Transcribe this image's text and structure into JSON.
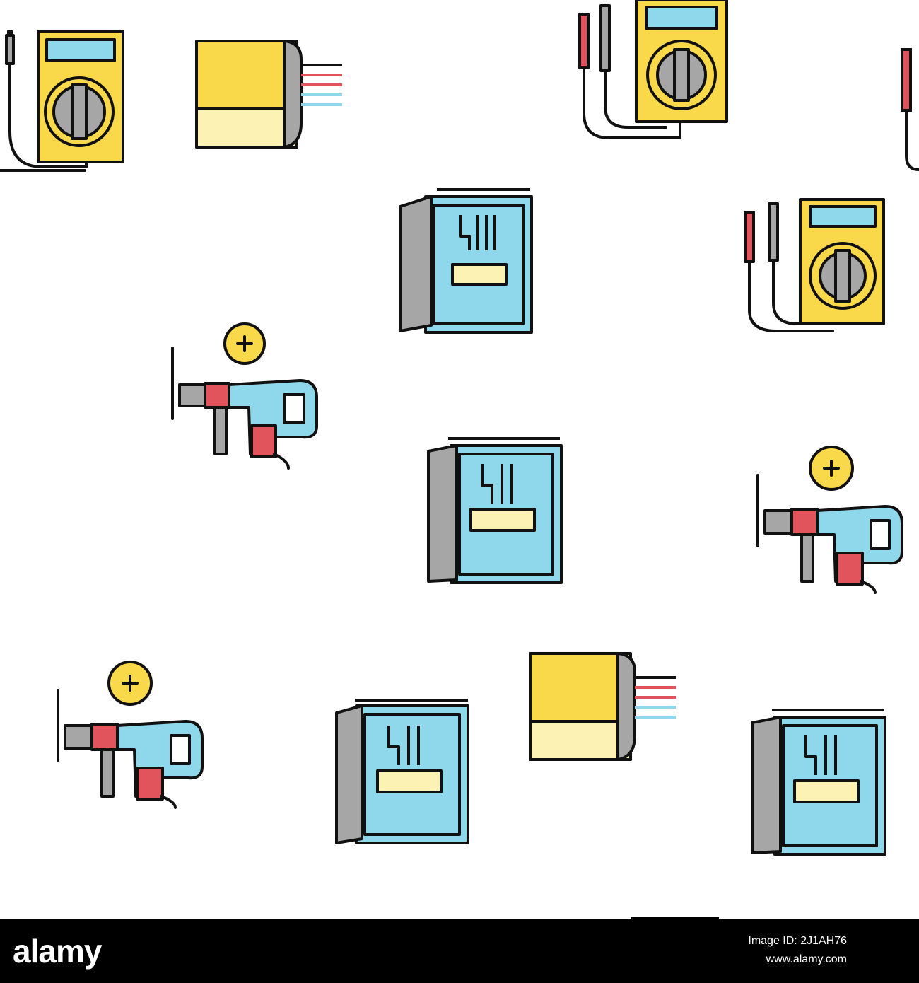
{
  "pattern": {
    "description_icons": [
      "multimeter-icon",
      "cable-channel-icon",
      "electrical-panel-icon",
      "hammer-drill-icon"
    ],
    "colors": {
      "yellow": "#f9d84a",
      "light_yellow": "#fbf2b4",
      "blue": "#8fd8ec",
      "gray": "#a6a6a6",
      "red": "#e2545b",
      "outline": "#111111"
    }
  },
  "footer": {
    "logo": "alamy",
    "image_id": "Image ID: 2J1AH76",
    "url": "www.alamy.com"
  }
}
